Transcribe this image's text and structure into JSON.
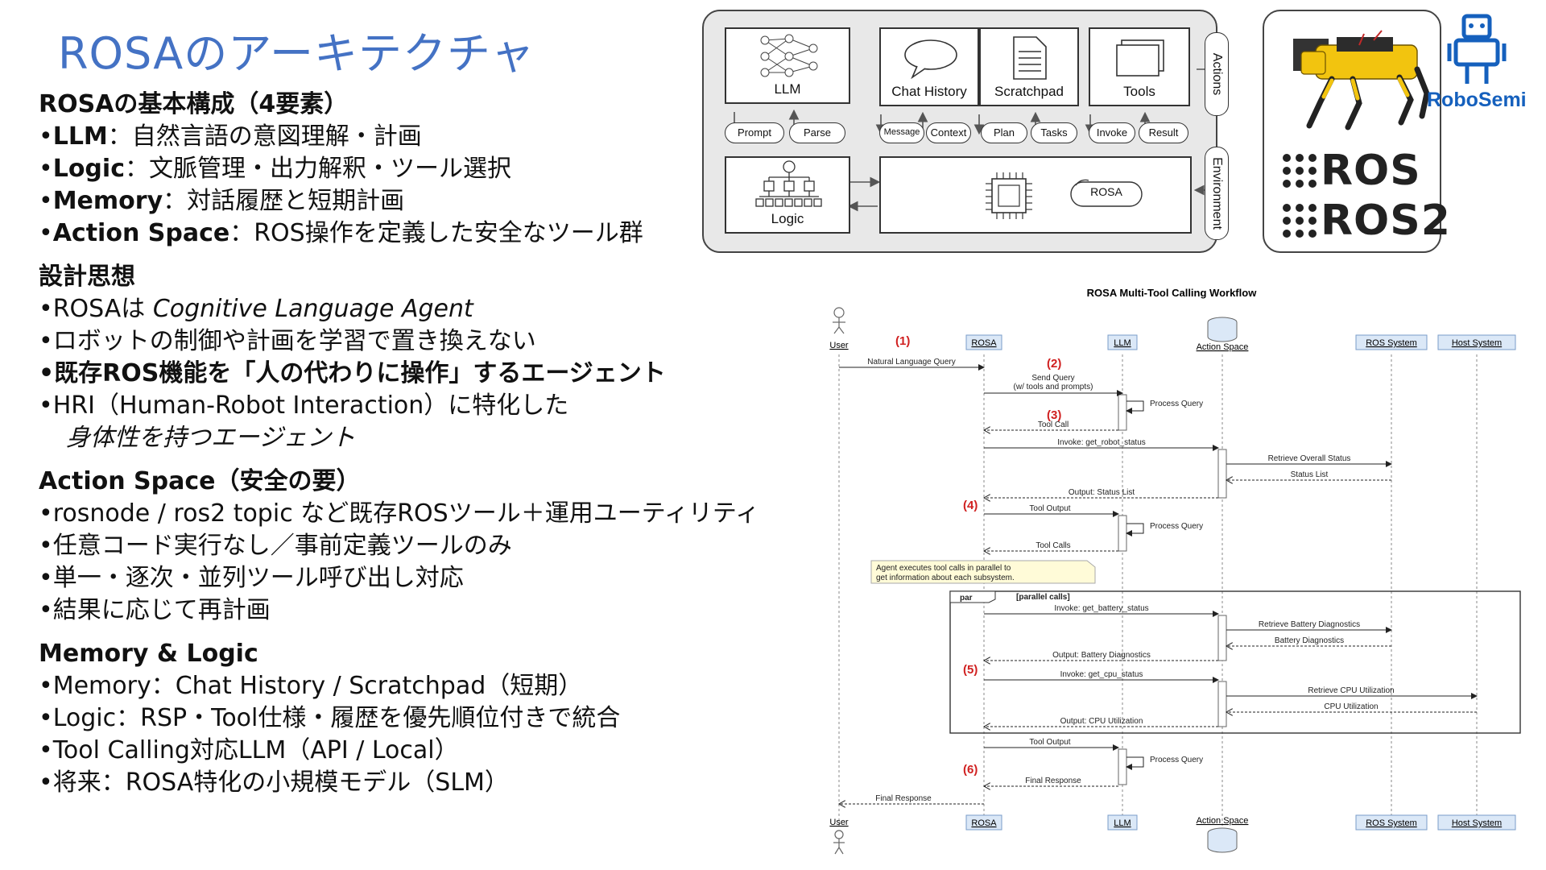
{
  "slide": {
    "title": "ROSAのアーキテクチャ"
  },
  "sections": {
    "basic": {
      "heading": "ROSAの基本構成（4要素）",
      "items": [
        {
          "term": "LLM",
          "text": "：自然言語の意図理解・計画"
        },
        {
          "term": "Logic",
          "text": "：文脈管理・出力解釈・ツール選択"
        },
        {
          "term": "Memory",
          "text": "：対話履歴と短期計画"
        },
        {
          "term": "Action Space",
          "text": "：ROS操作を定義した安全なツール群"
        }
      ]
    },
    "design": {
      "heading": "設計思想",
      "item1_prefix": "ROSAは ",
      "item1_italic": "Cognitive Language Agent",
      "item2": "ロボットの制御や計画を学習で置き換えない",
      "item3": "既存ROS機能を「人の代わりに操作」するエージェント",
      "item4": "HRI（Human-Robot Interaction）に特化した",
      "item4_cont": "身体性を持つエージェント"
    },
    "action": {
      "heading": "Action Space（安全の要）",
      "items": [
        "rosnode / ros2 topic など既存ROSツール＋運用ユーティリティ",
        "任意コード実行なし／事前定義ツールのみ",
        "単一・逐次・並列ツール呼び出し対応",
        "結果に応じて再計画"
      ]
    },
    "memory": {
      "heading": "Memory & Logic",
      "items": [
        "Memory：Chat History / Scratchpad（短期）",
        "Logic：RSP・Tool仕様・履歴を優先順位付きで統合",
        "Tool Calling対応LLM（API / Local）",
        "将来：ROSA特化の小規模モデル（SLM）"
      ]
    }
  },
  "architecture": {
    "boxes": {
      "llm": "LLM",
      "chat_history": "Chat History",
      "scratchpad": "Scratchpad",
      "tools": "Tools",
      "logic": "Logic",
      "rosa": "ROSA"
    },
    "pills": {
      "prompt": "Prompt",
      "parse": "Parse",
      "message": "Message",
      "context": "Context",
      "plan": "Plan",
      "tasks": "Tasks",
      "invoke": "Invoke",
      "result": "Result"
    },
    "side": {
      "actions": "Actions",
      "environment": "Environment"
    },
    "ros1": "ROS",
    "ros2": "ROS2",
    "brand": "RoboSemi"
  },
  "sequence": {
    "title": "ROSA Multi-Tool Calling Workflow",
    "participants": [
      "User",
      "ROSA",
      "LLM",
      "Action Space",
      "ROS System",
      "Host System"
    ],
    "steps": [
      "(1)",
      "(2)",
      "(3)",
      "(4)",
      "(5)",
      "(6)"
    ],
    "messages": {
      "nlq": "Natural Language Query",
      "send_query": "Send Query",
      "send_query2": "(w/ tools and prompts)",
      "process_query": "Process Query",
      "tool_call": "Tool Call",
      "invoke_robot": "Invoke: get_robot_status",
      "retrieve_overall": "Retrieve Overall Status",
      "status_list": "Status List",
      "output_status": "Output: Status List",
      "tool_output": "Tool Output",
      "tool_calls": "Tool Calls",
      "note1": "Agent executes tool calls in parallel to",
      "note2": "get information about each subsystem.",
      "par": "par",
      "parallel": "[parallel calls]",
      "invoke_battery": "Invoke: get_battery_status",
      "retrieve_battery": "Retrieve Battery Diagnostics",
      "battery_diag": "Battery Diagnostics",
      "output_battery": "Output: Battery Diagnostics",
      "invoke_cpu": "Invoke: get_cpu_status",
      "retrieve_cpu": "Retrieve CPU Utilization",
      "cpu_util": "CPU Utilization",
      "output_cpu": "Output: CPU Utilization",
      "final_response": "Final Response"
    }
  },
  "colors": {
    "title": "#4472c4",
    "step_red": "#d02020",
    "brand_blue": "#1560bd",
    "participant_fill": "#dbe8f7"
  }
}
